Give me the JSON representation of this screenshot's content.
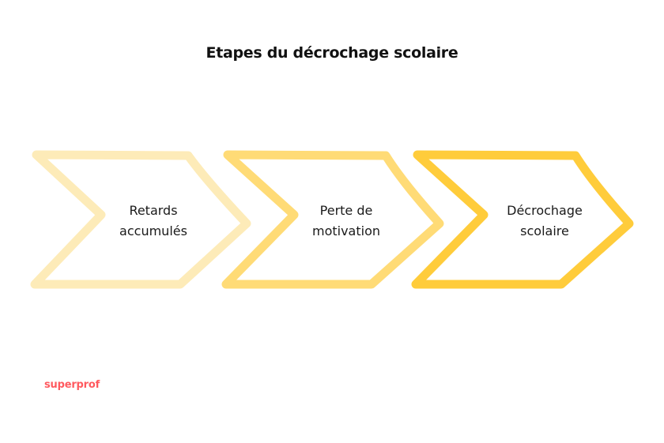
{
  "title": "Etapes du décrochage scolaire",
  "steps": [
    {
      "line1": "Retards",
      "line2": "accumulés",
      "color": "#FDEBB8"
    },
    {
      "line1": "Perte de",
      "line2": "motivation",
      "color": "#FFDB76"
    },
    {
      "line1": "Décrochage",
      "line2": "scolaire",
      "color": "#FFCC3B"
    }
  ],
  "brand": "superprof",
  "brand_color": "#FF5A5F",
  "icons": [
    "chevron-arrow-icon"
  ]
}
